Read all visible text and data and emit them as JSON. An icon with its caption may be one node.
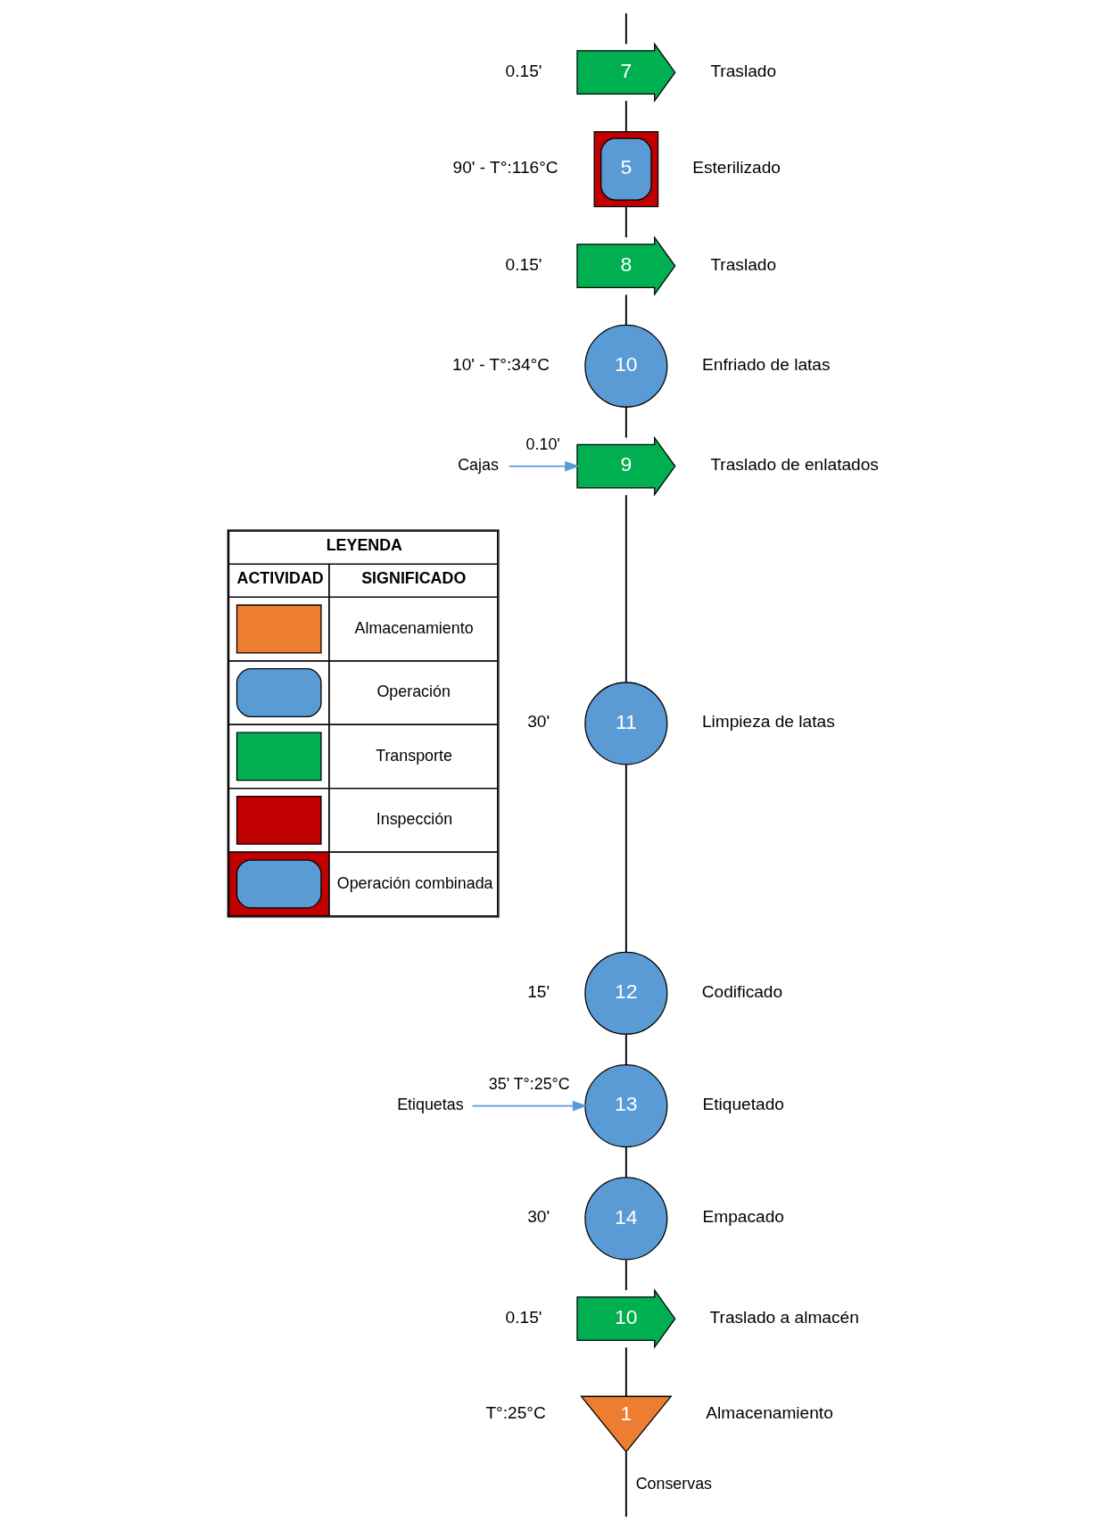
{
  "diagram": {
    "nodes": [
      {
        "text": [
          "7"
        ],
        "beside": [
          "0.15'",
          "Traslado"
        ]
      },
      {
        "text": [
          "5"
        ],
        "beside": [
          "90' - T°:116°C",
          "Esterilizado"
        ]
      },
      {
        "text": [
          "8"
        ],
        "beside": [
          "0.15'",
          "Traslado"
        ]
      },
      {
        "text": [
          "10"
        ],
        "beside": [
          "10' - T°:34°C",
          "Enfriado de latas"
        ]
      },
      {
        "text": [
          "9"
        ],
        "beside": [
          "Traslado de enlatados"
        ]
      },
      {
        "text": [
          "11"
        ],
        "beside": [
          "30'",
          "Limpieza de latas"
        ]
      },
      {
        "text": [
          "12"
        ],
        "beside": [
          "15'",
          "Codificado"
        ]
      },
      {
        "text": [
          "13"
        ],
        "beside": [
          "Etiquetado"
        ]
      },
      {
        "text": [
          "14"
        ],
        "beside": [
          "30'",
          "Empacado"
        ]
      },
      {
        "text": [
          "10"
        ],
        "beside": [
          "0.15'",
          "Traslado a almacén"
        ]
      },
      {
        "text": [
          "1"
        ],
        "beside": [
          "T°:25°C",
          "Almacenamiento"
        ]
      },
      {
        "text": [
          "Cajas"
        ]
      },
      {
        "text": [
          "Etiquetas"
        ]
      }
    ],
    "edges": [
      {
        "from": null,
        "to": 0,
        "arrow": "none"
      },
      {
        "from": 0,
        "to": 1,
        "arrow": "none"
      },
      {
        "from": 1,
        "to": 2,
        "arrow": "none"
      },
      {
        "from": 2,
        "to": 3,
        "arrow": "none"
      },
      {
        "from": 3,
        "to": 4,
        "arrow": "none"
      },
      {
        "from": 4,
        "to": 5,
        "arrow": "none"
      },
      {
        "from": 5,
        "to": 6,
        "arrow": "none"
      },
      {
        "from": 6,
        "to": 7,
        "arrow": "none"
      },
      {
        "from": 7,
        "to": 8,
        "arrow": "none"
      },
      {
        "from": 8,
        "to": 9,
        "arrow": "none"
      },
      {
        "from": 9,
        "to": 10,
        "arrow": "none"
      },
      {
        "from": 11,
        "to": 4,
        "arrow": "to",
        "color": "#5b9bd5",
        "label": "0.10'"
      },
      {
        "from": 12,
        "to": 7,
        "arrow": "to",
        "color": "#5b9bd5",
        "label": "35' T°:25°C"
      },
      {
        "from": 10,
        "to": null,
        "arrow": "none",
        "label": "Conservas"
      }
    ],
    "labels": [
      "LEYENDA",
      "ACTIVIDAD",
      "SIGNIFICADO"
    ],
    "legend": [
      {
        "text": "Almacenamiento"
      },
      {
        "text": "Operación"
      },
      {
        "text": "Transporte"
      },
      {
        "text": "Inspección"
      },
      {
        "text": "Operación combinada"
      }
    ]
  }
}
